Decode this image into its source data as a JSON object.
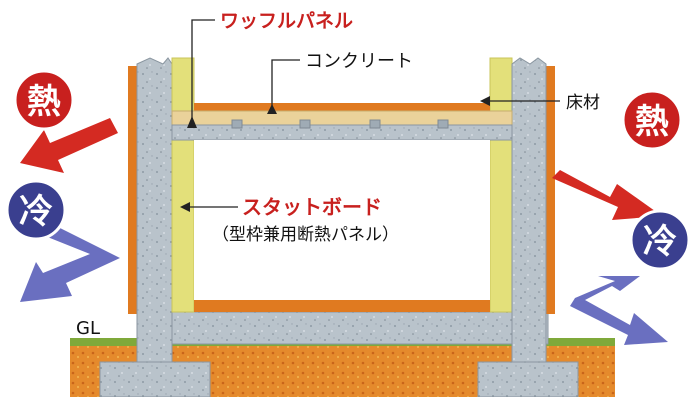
{
  "labels": {
    "waffle_panel": "ワッフルパネル",
    "concrete": "コンクリート",
    "floor_material": "床材",
    "stud_board": "スタットボード",
    "stud_board_sub": "（型枠兼用断熱パネル）",
    "gl": "GL"
  },
  "badges": {
    "heat": "熱",
    "cold": "冷"
  },
  "colors": {
    "red_label": "#c8201e",
    "heat_badge": "#c8201e",
    "cold_badge": "#3a3f8f",
    "heat_arrow": "#d42a22",
    "cold_arrow": "#6a6fc0",
    "concrete": "#b7c1c9",
    "insulation": "#e3e07a",
    "floor_orange": "#e07a20",
    "ground": "#e08a30",
    "grass": "#7fa93a"
  }
}
